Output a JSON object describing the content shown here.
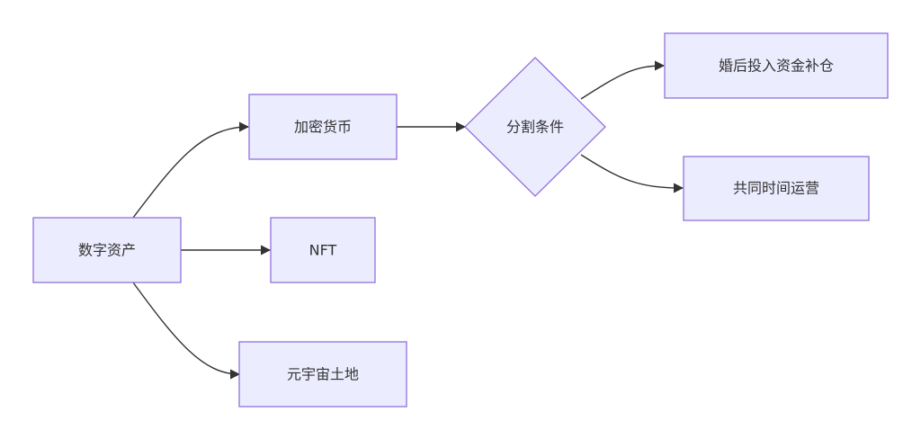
{
  "nodes": {
    "digital_assets": "数字资产",
    "crypto": "加密货币",
    "nft": "NFT",
    "metaverse_land": "元宇宙土地",
    "split_condition": "分割条件",
    "post_marriage": "婚后投入资金补仓",
    "joint_operation": "共同时间运营"
  },
  "colors": {
    "node_fill": "#ececff",
    "node_stroke": "#9370db",
    "edge": "#333333",
    "text": "#333333"
  }
}
